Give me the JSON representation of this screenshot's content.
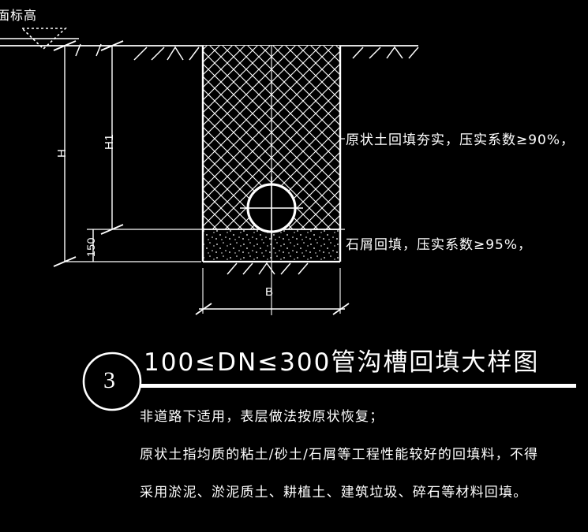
{
  "drawing": {
    "elevation_label": "面标高",
    "dimensions": {
      "total_depth": "H",
      "backfill_depth": "H1",
      "bedding_depth": "150",
      "trench_width": "B"
    },
    "annotations": [
      {
        "id": "native-soil-backfill",
        "text": "原状土回填夯实，压实系数≥90%，"
      },
      {
        "id": "stone-chip-backfill",
        "text": "石屑回填，压实系数≥95%，"
      }
    ],
    "detail_marker": "3",
    "title": "100≤DN≤300管沟槽回填大样图",
    "notes": [
      "非道路下适用，表层做法按原状恢复；",
      "原状土指均质的粘土/砂土/石屑等工程性能较好的回填料，不得",
      "采用淤泥、淤泥质土、耕植土、建筑垃圾、碎石等材料回填。"
    ]
  },
  "colors": {
    "background": "#000000",
    "line": "#ffffff",
    "text": "#ffffff"
  }
}
